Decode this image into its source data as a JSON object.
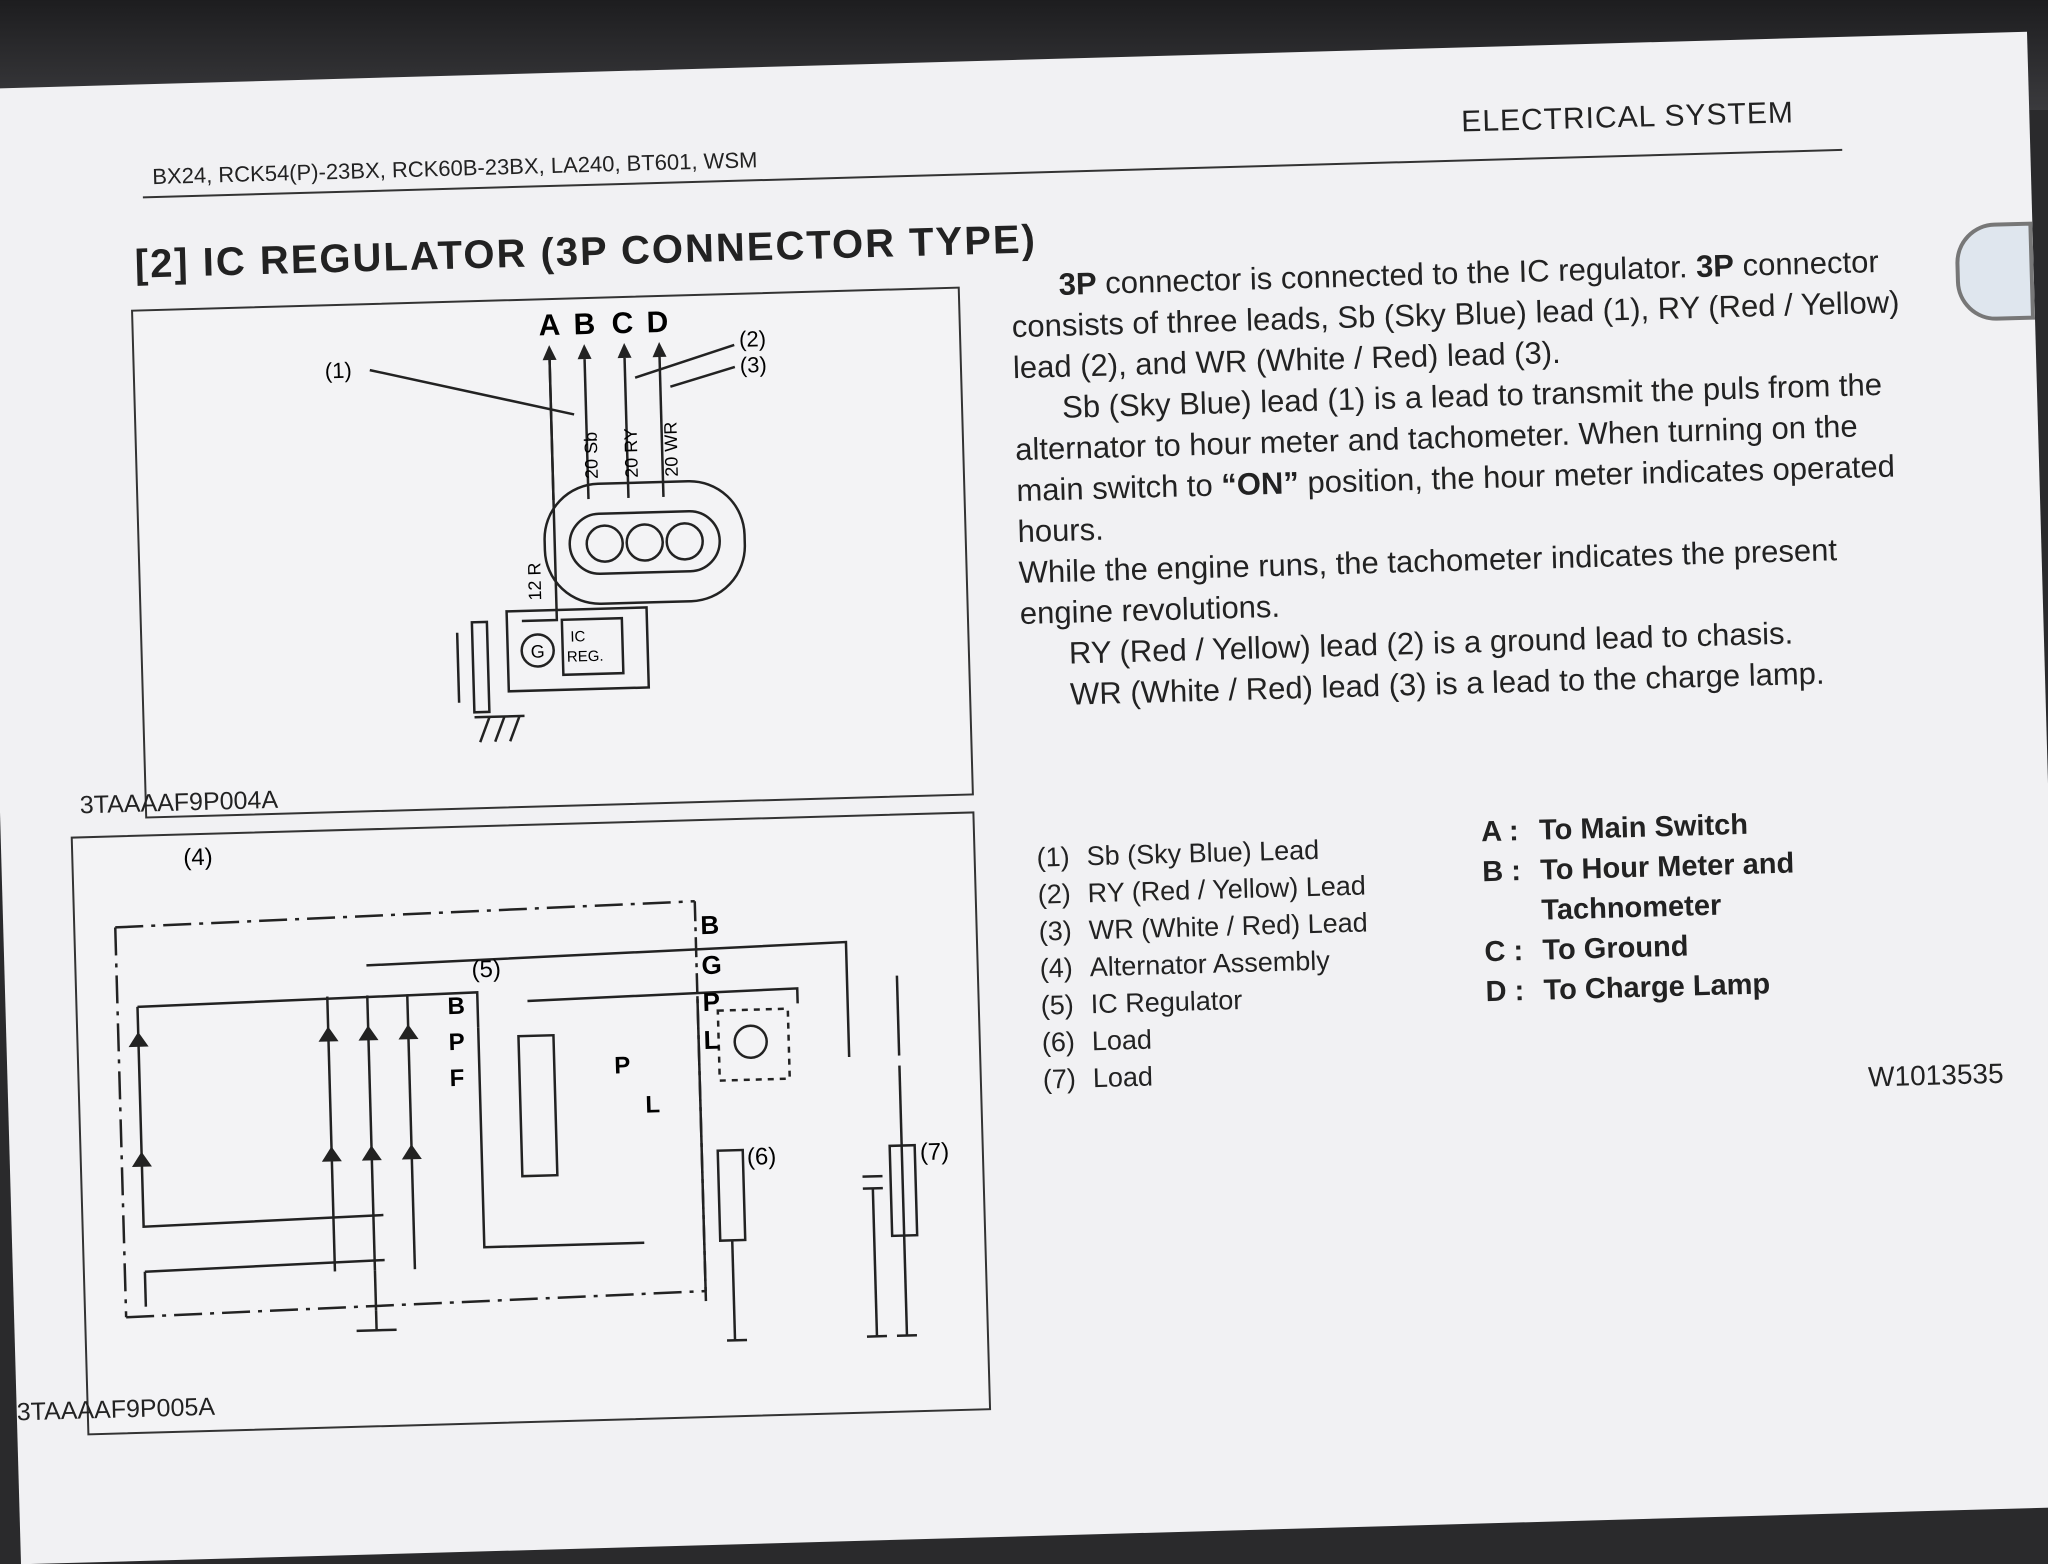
{
  "header": {
    "models": "BX24, RCK54(P)-23BX, RCK60B-23BX, LA240, BT601, WSM",
    "section": "ELECTRICAL SYSTEM"
  },
  "title": "[2]  IC REGULATOR (3P CONNECTOR TYPE)",
  "figure1": {
    "code": "3TAAAAF9P004A",
    "terminal_a": "A",
    "terminal_b": "B",
    "terminal_c": "C",
    "terminal_d": "D",
    "callout_1": "(1)",
    "callout_2": "(2)",
    "callout_3": "(3)",
    "wire_sb": "20 Sb",
    "wire_ry": "20 RY",
    "wire_wr": "20 WR",
    "wire_r": "12 R",
    "g_label": "G",
    "ic_label_1": "IC",
    "ic_label_2": "REG."
  },
  "figure2": {
    "code": "3TAAAAF9P005A",
    "callout_4": "(4)",
    "callout_5": "(5)",
    "callout_6": "(6)",
    "callout_7": "(7)",
    "term_b_out": "B",
    "term_g_out": "G",
    "term_p_out": "P",
    "term_l_out": "L",
    "term_b_in": "B",
    "term_p_in": "P",
    "term_f_in": "F",
    "term_p_reg": "P",
    "term_l_reg": "L"
  },
  "body": {
    "p1_bold": "3P",
    "p1_a": " connector is connected to the IC regulator.  ",
    "p1_bold2": "3P",
    "p1_b": " connector consists of three leads, Sb (Sky Blue) lead (1), RY (Red / Yellow) lead (2), and WR (White / Red) lead (3).",
    "p2": "Sb (Sky Blue) lead (1) is a lead to transmit the puls from the alternator to hour meter and tachometer. When turning on the main switch to ",
    "p2_bold": "“ON”",
    "p2_b": " position, the hour meter indicates operated hours.",
    "p3": "While the engine runs, the tachometer indicates the present engine revolutions.",
    "p4": "RY (Red / Yellow) lead (2) is a ground lead to chasis.",
    "p5": "WR (White / Red) lead (3) is a lead to the charge lamp."
  },
  "legend": [
    {
      "num": "(1)",
      "label": "Sb (Sky Blue) Lead"
    },
    {
      "num": "(2)",
      "label": "RY (Red / Yellow) Lead"
    },
    {
      "num": "(3)",
      "label": "WR (White / Red) Lead"
    },
    {
      "num": "(4)",
      "label": "Alternator Assembly"
    },
    {
      "num": "(5)",
      "label": "IC Regulator"
    },
    {
      "num": "(6)",
      "label": "Load"
    },
    {
      "num": "(7)",
      "label": "Load"
    }
  ],
  "legend_letters": [
    {
      "key": "A :",
      "label": "To Main Switch"
    },
    {
      "key": "B :",
      "label": "To Hour Meter and"
    },
    {
      "key": "",
      "label": "Tachnometer"
    },
    {
      "key": "C :",
      "label": "To Ground"
    },
    {
      "key": "D :",
      "label": "To Charge Lamp"
    }
  ],
  "ref_code": "W1013535"
}
